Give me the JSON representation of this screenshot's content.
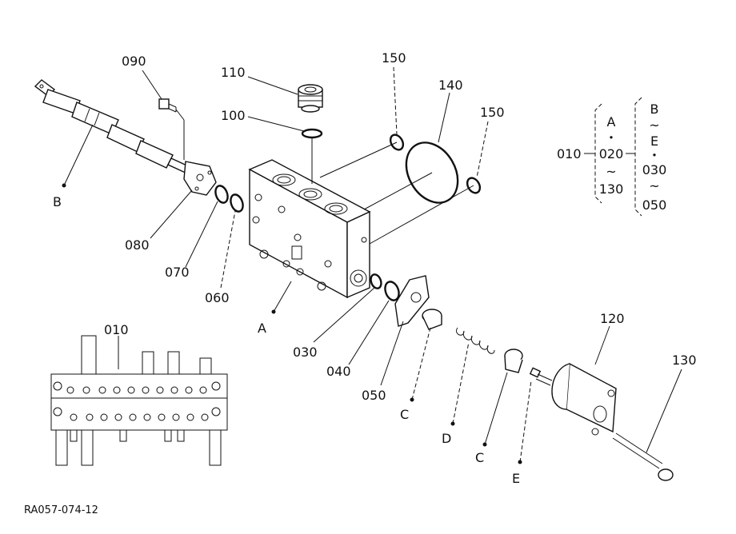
{
  "labels": {
    "p090": "090",
    "p110": "110",
    "p100": "100",
    "p150a": "150",
    "p140": "140",
    "p150b": "150",
    "p080": "080",
    "p070": "070",
    "p060": "060",
    "pA": "A",
    "pB": "B",
    "p030": "030",
    "p040": "040",
    "p050": "050",
    "pC1": "C",
    "pD": "D",
    "pC2": "C",
    "pE": "E",
    "p120": "120",
    "p130": "130",
    "p010": "010"
  },
  "legend": {
    "root": "010",
    "mid": [
      "A",
      "・",
      "020",
      "~",
      "130"
    ],
    "right": [
      "B",
      "~",
      "E",
      "・",
      "030",
      "~",
      "050"
    ]
  },
  "figure_code": "RA057-074-12"
}
